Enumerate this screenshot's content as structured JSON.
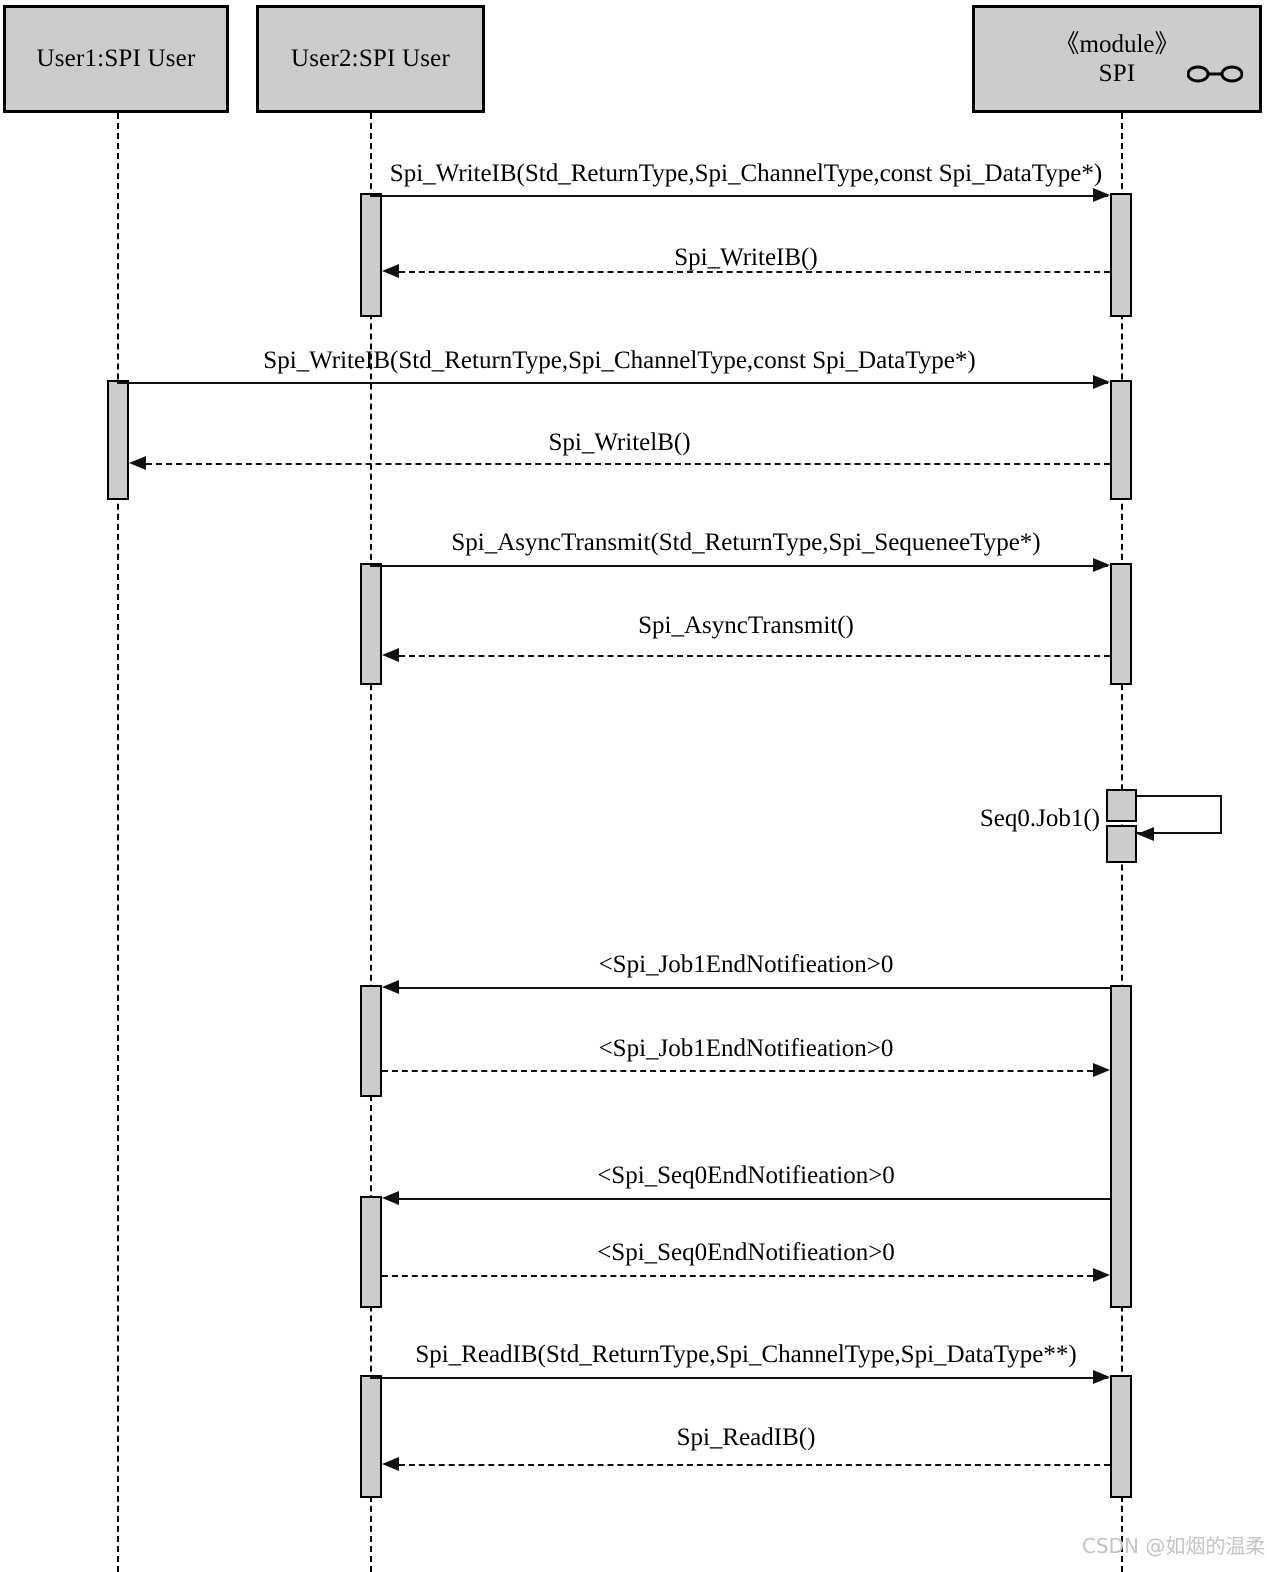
{
  "diagram": {
    "type": "uml-sequence-diagram",
    "title": "SPI Module Sequence Diagram"
  },
  "participants": [
    {
      "id": "user1",
      "label": "User1:SPI User",
      "stereotype": "",
      "has_component_icon": false
    },
    {
      "id": "user2",
      "label": "User2:SPI User",
      "stereotype": "",
      "has_component_icon": false
    },
    {
      "id": "spi",
      "label": "SPI",
      "stereotype": "《module》",
      "has_component_icon": true
    }
  ],
  "messages": [
    {
      "id": "m1",
      "label": "Spi_WriteIB(Std_ReturnType,Spi_ChannelType,const Spi_DataType*)",
      "from": "user2",
      "to": "spi",
      "style": "solid",
      "direction": "right"
    },
    {
      "id": "m2",
      "label": "Spi_WriteIB()",
      "from": "spi",
      "to": "user2",
      "style": "dashed",
      "direction": "left"
    },
    {
      "id": "m3",
      "label": "Spi_WriteIB(Std_ReturnType,Spi_ChannelType,const Spi_DataType*)",
      "from": "user1",
      "to": "spi",
      "style": "solid",
      "direction": "right"
    },
    {
      "id": "m4",
      "label": "Spi_WritelB()",
      "from": "spi",
      "to": "user1",
      "style": "dashed",
      "direction": "left"
    },
    {
      "id": "m5",
      "label": "Spi_AsyncTransmit(Std_ReturnType,Spi_SequeneeType*)",
      "from": "user2",
      "to": "spi",
      "style": "solid",
      "direction": "right"
    },
    {
      "id": "m6",
      "label": "Spi_AsyncTransmit()",
      "from": "spi",
      "to": "user2",
      "style": "dashed",
      "direction": "left"
    },
    {
      "id": "m7",
      "label": "Seq0.Job1()",
      "from": "spi",
      "to": "spi",
      "style": "solid",
      "direction": "self"
    },
    {
      "id": "m8",
      "label": "<Spi_Job1EndNotifieation>0",
      "from": "spi",
      "to": "user2",
      "style": "solid",
      "direction": "left"
    },
    {
      "id": "m9",
      "label": "<Spi_Job1EndNotifieation>0",
      "from": "user2",
      "to": "spi",
      "style": "dashed",
      "direction": "right"
    },
    {
      "id": "m10",
      "label": "<Spi_Seq0EndNotifieation>0",
      "from": "spi",
      "to": "user2",
      "style": "solid",
      "direction": "left"
    },
    {
      "id": "m11",
      "label": "<Spi_Seq0EndNotifieation>0",
      "from": "user2",
      "to": "spi",
      "style": "dashed",
      "direction": "right"
    },
    {
      "id": "m12",
      "label": "Spi_ReadIB(Std_ReturnType,Spi_ChannelType,Spi_DataType**)",
      "from": "user2",
      "to": "spi",
      "style": "solid",
      "direction": "right"
    },
    {
      "id": "m13",
      "label": "Spi_ReadIB()",
      "from": "spi",
      "to": "user2",
      "style": "dashed",
      "direction": "left"
    }
  ],
  "watermark": {
    "text": "CSDN @如烟的温柔"
  },
  "colors": {
    "box_fill": "#cccccc",
    "line": "#000000",
    "background": "#ffffff",
    "watermark": "#c4c4c4"
  }
}
